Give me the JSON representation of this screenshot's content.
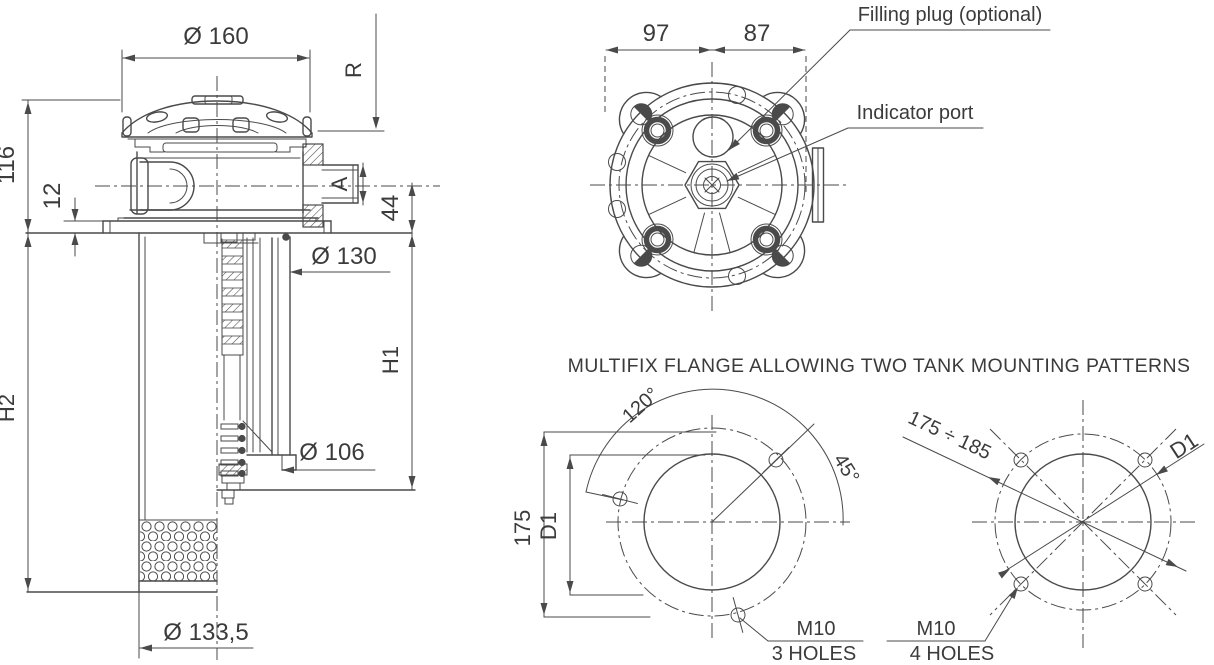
{
  "colors": {
    "background": "#ffffff",
    "line": "#4a4a4a",
    "text": "#3b3b3b"
  },
  "title": "MULTIFIX FLANGE ALLOWING TWO TANK MOUNTING PATTERNS",
  "side_view": {
    "cap_diameter": "Ø 160",
    "removal_clearance": "R",
    "overall_head_height": "116",
    "flange_thickness": "12",
    "port_size": "A",
    "port_axis_height": "44",
    "tank_hole_diameter": "Ø 130",
    "element_diameter": "Ø 106",
    "depth_h1": "H1",
    "depth_h2": "H2",
    "element_outer_diameter": "Ø 133,5"
  },
  "top_view": {
    "offset_left": "97",
    "offset_right": "87",
    "filling_plug_label": "Filling plug (optional)",
    "indicator_port_label": "Indicator port"
  },
  "three_hole_pattern": {
    "angle_between_holes": "120°",
    "angle_to_axis": "45°",
    "vertical_span": "175",
    "bolt_circle": "D1",
    "thread": "M10",
    "holes": "3 HOLES"
  },
  "four_hole_pattern": {
    "outer_diameter_range": "175 ÷ 185",
    "bolt_circle": "D1",
    "thread": "M10",
    "holes": "4 HOLES"
  }
}
